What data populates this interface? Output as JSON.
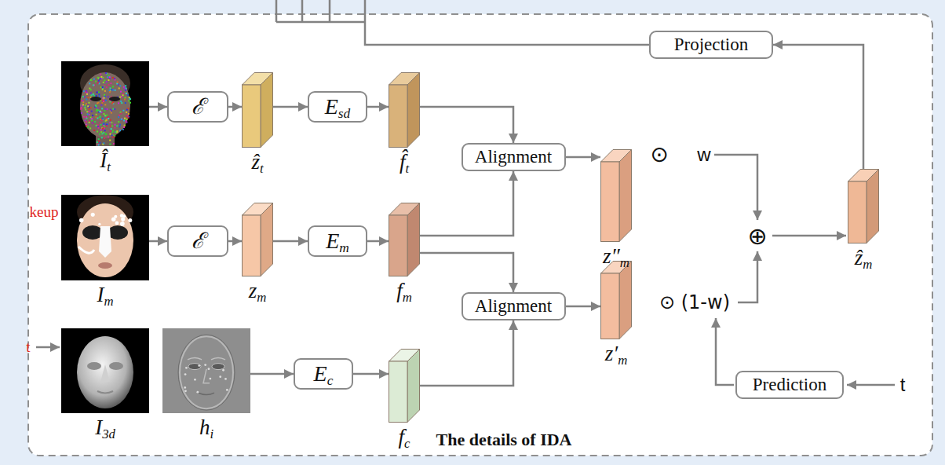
{
  "diagram": {
    "caption": "The details of IDA",
    "nodes": [
      {
        "text": [
          "Ît"
        ]
      },
      {
        "text": [
          "ℰ"
        ]
      },
      {
        "text": [
          "ẑt"
        ]
      },
      {
        "text": [
          "Esd"
        ]
      },
      {
        "text": [
          "f̂t"
        ]
      },
      {
        "text": [
          "Projection"
        ]
      },
      {
        "text": [
          "Alignment"
        ]
      },
      {
        "text": [
          "z″m"
        ]
      },
      {
        "text": [
          "ẑm"
        ]
      },
      {
        "text": [
          "Im"
        ]
      },
      {
        "text": [
          "ℰ"
        ]
      },
      {
        "text": [
          "zm"
        ]
      },
      {
        "text": [
          "Em"
        ]
      },
      {
        "text": [
          "fm"
        ]
      },
      {
        "text": [
          "Alignment"
        ]
      },
      {
        "text": [
          "z′m"
        ]
      },
      {
        "text": [
          "Prediction"
        ]
      },
      {
        "text": [
          "I3d"
        ]
      },
      {
        "text": [
          "hi"
        ]
      },
      {
        "text": [
          "Ec"
        ]
      },
      {
        "text": [
          "fc"
        ]
      }
    ],
    "edges": [
      {
        "from": 0,
        "to": 1,
        "arrow": "to"
      },
      {
        "from": 1,
        "to": 2,
        "arrow": "to"
      },
      {
        "from": 2,
        "to": 3,
        "arrow": "to"
      },
      {
        "from": 3,
        "to": 4,
        "arrow": "to"
      },
      {
        "from": 4,
        "to": 6,
        "arrow": "to"
      },
      {
        "from": 13,
        "to": 6,
        "arrow": "to"
      },
      {
        "from": 6,
        "to": 7,
        "arrow": "to"
      },
      {
        "from": 9,
        "to": 10,
        "arrow": "to"
      },
      {
        "from": 10,
        "to": 11,
        "arrow": "to"
      },
      {
        "from": 11,
        "to": 12,
        "arrow": "to"
      },
      {
        "from": 12,
        "to": 13,
        "arrow": "to"
      },
      {
        "from": 13,
        "to": 14,
        "arrow": "to"
      },
      {
        "from": 20,
        "to": 14,
        "arrow": "to"
      },
      {
        "from": 14,
        "to": 15,
        "arrow": "to"
      },
      {
        "from": 18,
        "to": 19,
        "arrow": "to"
      },
      {
        "from": 19,
        "to": 20,
        "arrow": "to"
      },
      {
        "from": 8,
        "to": 5,
        "arrow": "to"
      }
    ],
    "labels": [
      "⊙",
      "w",
      "⊕",
      "⊙ (1-w)",
      "t",
      "keup",
      "t"
    ]
  }
}
